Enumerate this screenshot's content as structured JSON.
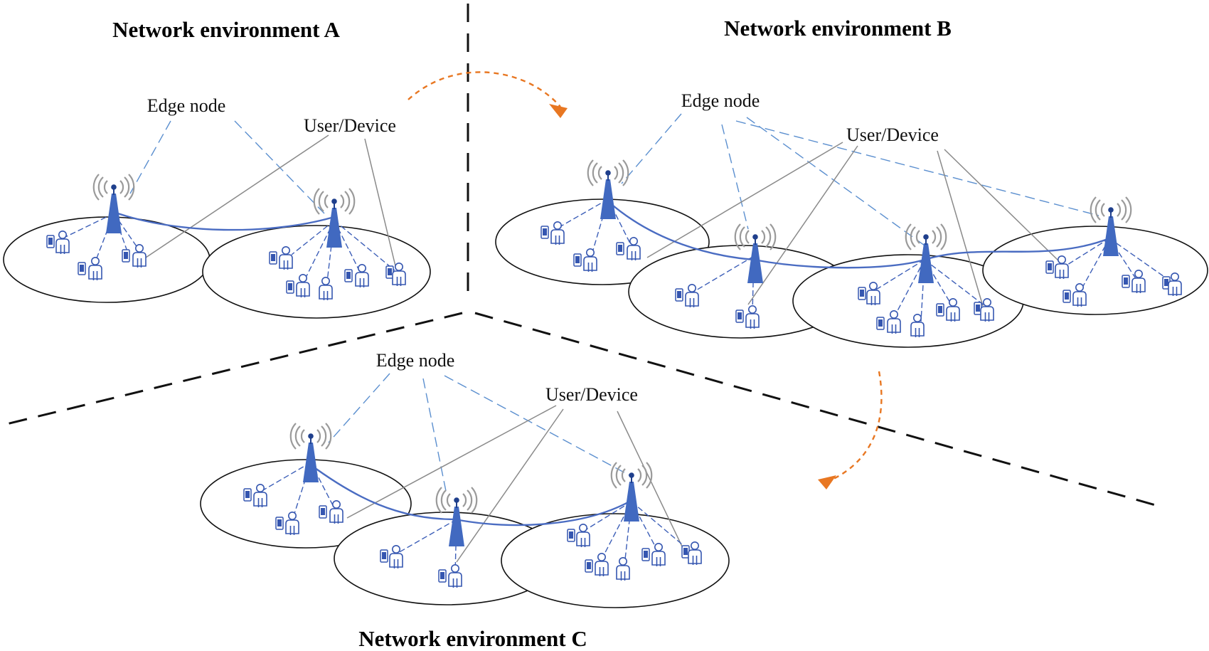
{
  "diagram": {
    "panels": [
      {
        "id": "A",
        "title": "Network environment A",
        "edge_label": "Edge node",
        "user_label": "User/Device"
      },
      {
        "id": "B",
        "title": "Network environment B",
        "edge_label": "Edge node",
        "user_label": "User/Device"
      },
      {
        "id": "C",
        "title": "Network environment C",
        "edge_label": "Edge node",
        "user_label": "User/Device"
      }
    ],
    "colors": {
      "tower": "#4169c0",
      "device": "#3556b0",
      "edge_pointer": "#5b8fcf",
      "user_pointer": "#8a8a8a",
      "transition_arrow": "#e87722",
      "divider": "#111111"
    },
    "icons": [
      "base-station-tower-icon",
      "wifi-signal-icon",
      "person-icon",
      "smartphone-icon"
    ]
  }
}
